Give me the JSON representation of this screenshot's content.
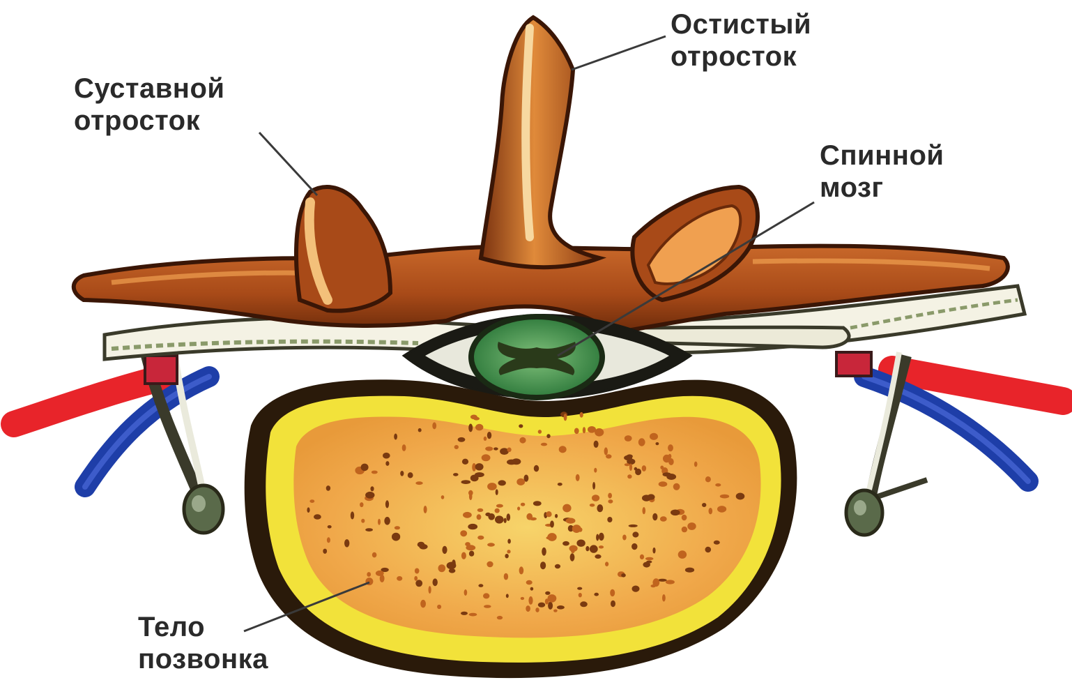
{
  "labels": {
    "spinous_process": {
      "line1": "Остистый",
      "line2": "отросток"
    },
    "articular_process": {
      "line1": "Суставной",
      "line2": "отросток"
    },
    "spinal_cord": {
      "line1": "Спинной",
      "line2": "мозг"
    },
    "vertebral_body": {
      "line1": "Тело",
      "line2": "позвонка"
    }
  },
  "colors": {
    "bone_arch": "#b8561c",
    "bone_dark": "#6a2a0a",
    "bone_highlight": "#f0a050",
    "vertebral_body_fill": "#f2e23a",
    "vertebral_body_core": "#f3b24a",
    "vertebral_body_outline": "#2a1a0a",
    "spinal_cord": "#3f8f4c",
    "spinal_cord_grey_matter": "#2a3a1a",
    "artery": "#e8242a",
    "vein": "#1e3ea8",
    "nerve": "#6b7a5a",
    "label_text": "#2a2a2a"
  }
}
